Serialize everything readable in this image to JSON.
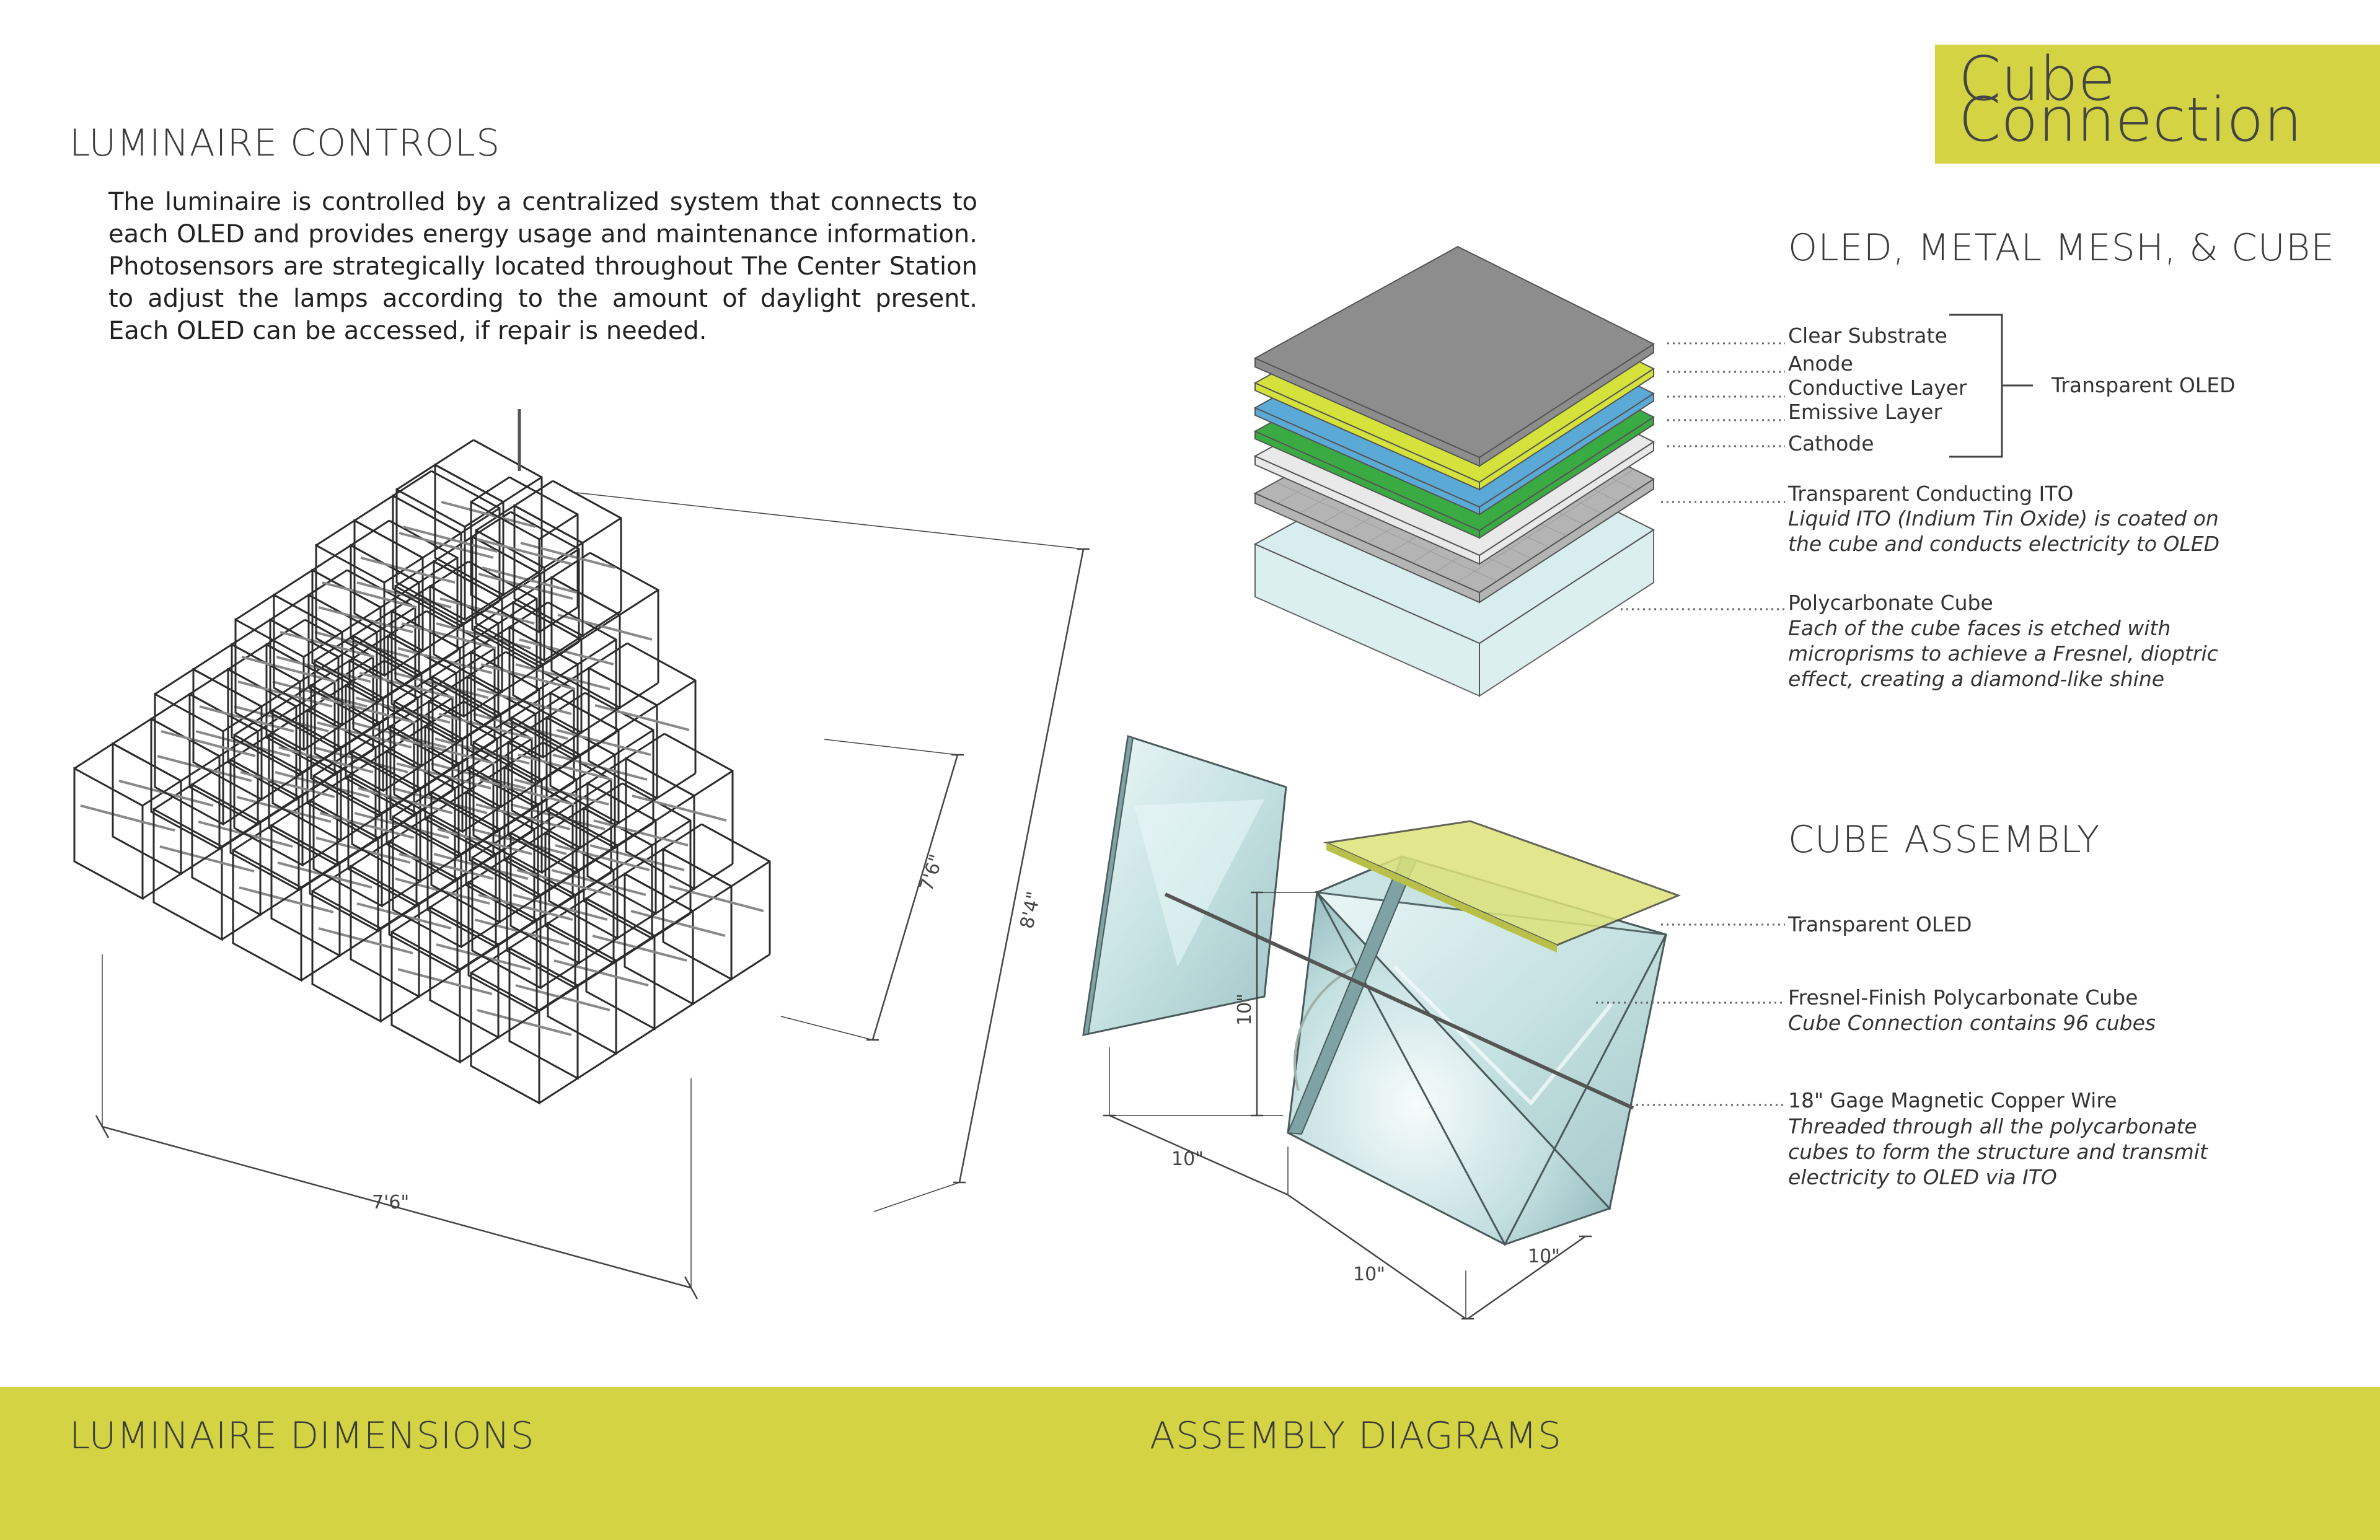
{
  "brand": {
    "line1": "Cube",
    "line2": "Connection",
    "accent_color": "#d4d343"
  },
  "controls": {
    "title": "LUMINAIRE CONTROLS",
    "body": "The luminaire is controlled by a centralized system that connects to each OLED and provides energy usage and maintenance information. Photosensors are strategically located throughout The Center Station to adjust the lamps according to the amount of daylight present. Each OLED can be accessed, if repair is needed."
  },
  "dimensions": {
    "width": "7'6\"",
    "depth": "7'6\"",
    "height": "8'4\""
  },
  "oled_section": {
    "title": "OLED, METAL MESH, & CUBE",
    "layers": [
      "Clear Substrate",
      "Anode",
      "Conductive Layer",
      "Emissive Layer",
      "Cathode"
    ],
    "group_label": "Transparent OLED",
    "ito_label": "Transparent Conducting ITO",
    "ito_note": [
      "Liquid ITO (Indium Tin Oxide) is coated on",
      "the cube and conducts electricity to OLED"
    ],
    "cube_label": "Polycarbonate Cube",
    "cube_note": [
      "Each of the cube faces is etched with",
      "microprisms to achieve a Fresnel, dioptric",
      "effect, creating a diamond-like shine"
    ],
    "layer_colors": [
      "#8c8d8c",
      "#d6e23c",
      "#5ba9d6",
      "#3aaa43",
      "#e9e9e9",
      "#b4b4b4",
      "#d8eeee"
    ]
  },
  "assembly_section": {
    "title": "CUBE ASSEMBLY",
    "oled_label": "Transparent OLED",
    "cube_label": "Fresnel-Finish Polycarbonate Cube",
    "cube_note": "Cube Connection contains 96 cubes",
    "wire_label": "18\" Gage Magnetic Copper Wire",
    "wire_note": [
      "Threaded through all the polycarbonate",
      "cubes to form the structure and transmit",
      "electricity to OLED via ITO"
    ],
    "dims": {
      "front_height": "10\"",
      "front_width": "10\"",
      "bottom": "10\"",
      "right": "10\""
    }
  },
  "footer": {
    "left": "LUMINAIRE DIMENSIONS",
    "right": "ASSEMBLY DIAGRAMS"
  }
}
